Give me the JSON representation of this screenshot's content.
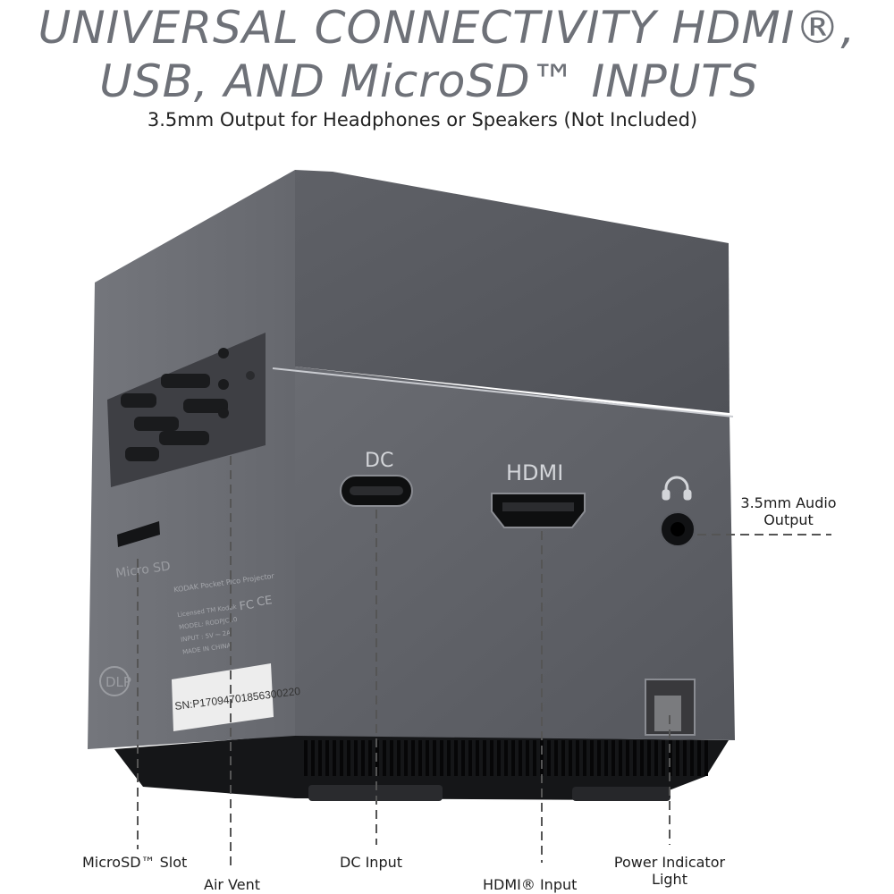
{
  "headline": {
    "line1": "UNIVERSAL CONNECTIVITY HDMI®,",
    "line2": "USB, AND MicroSD™ INPUTS",
    "subtitle": "3.5mm Output for Headphones or Speakers (Not Included)"
  },
  "ports": {
    "dc": "DC",
    "hdmi": "HDMI",
    "micro_sd": "Micro SD"
  },
  "device_label": {
    "brand": "KODAK Pocket Pico Projector",
    "licensed": "Licensed TM Kodak",
    "model": "MODEL: RODPJC10",
    "input": "INPUT : 5V ⎓ 2A",
    "made_in": "MADE IN CHINA",
    "serial": "SN:P17094701856300220",
    "dlp": "DLP",
    "cert_fc": "FC",
    "cert_ce": "CE"
  },
  "callouts": {
    "microsd_slot": "MicroSD™ Slot",
    "air_vent": "Air Vent",
    "dc_input": "DC Input",
    "hdmi_input": "HDMI® Input",
    "power_indicator_line1": "Power Indicator",
    "power_indicator_line2": "Light",
    "audio_output_line1": "3.5mm Audio",
    "audio_output_line2": "Output"
  },
  "icons": {
    "headphone": "headphone-icon"
  },
  "colors": {
    "headline": "#6e7178",
    "body": "#5d5f65",
    "label": "#1d1d1d"
  }
}
